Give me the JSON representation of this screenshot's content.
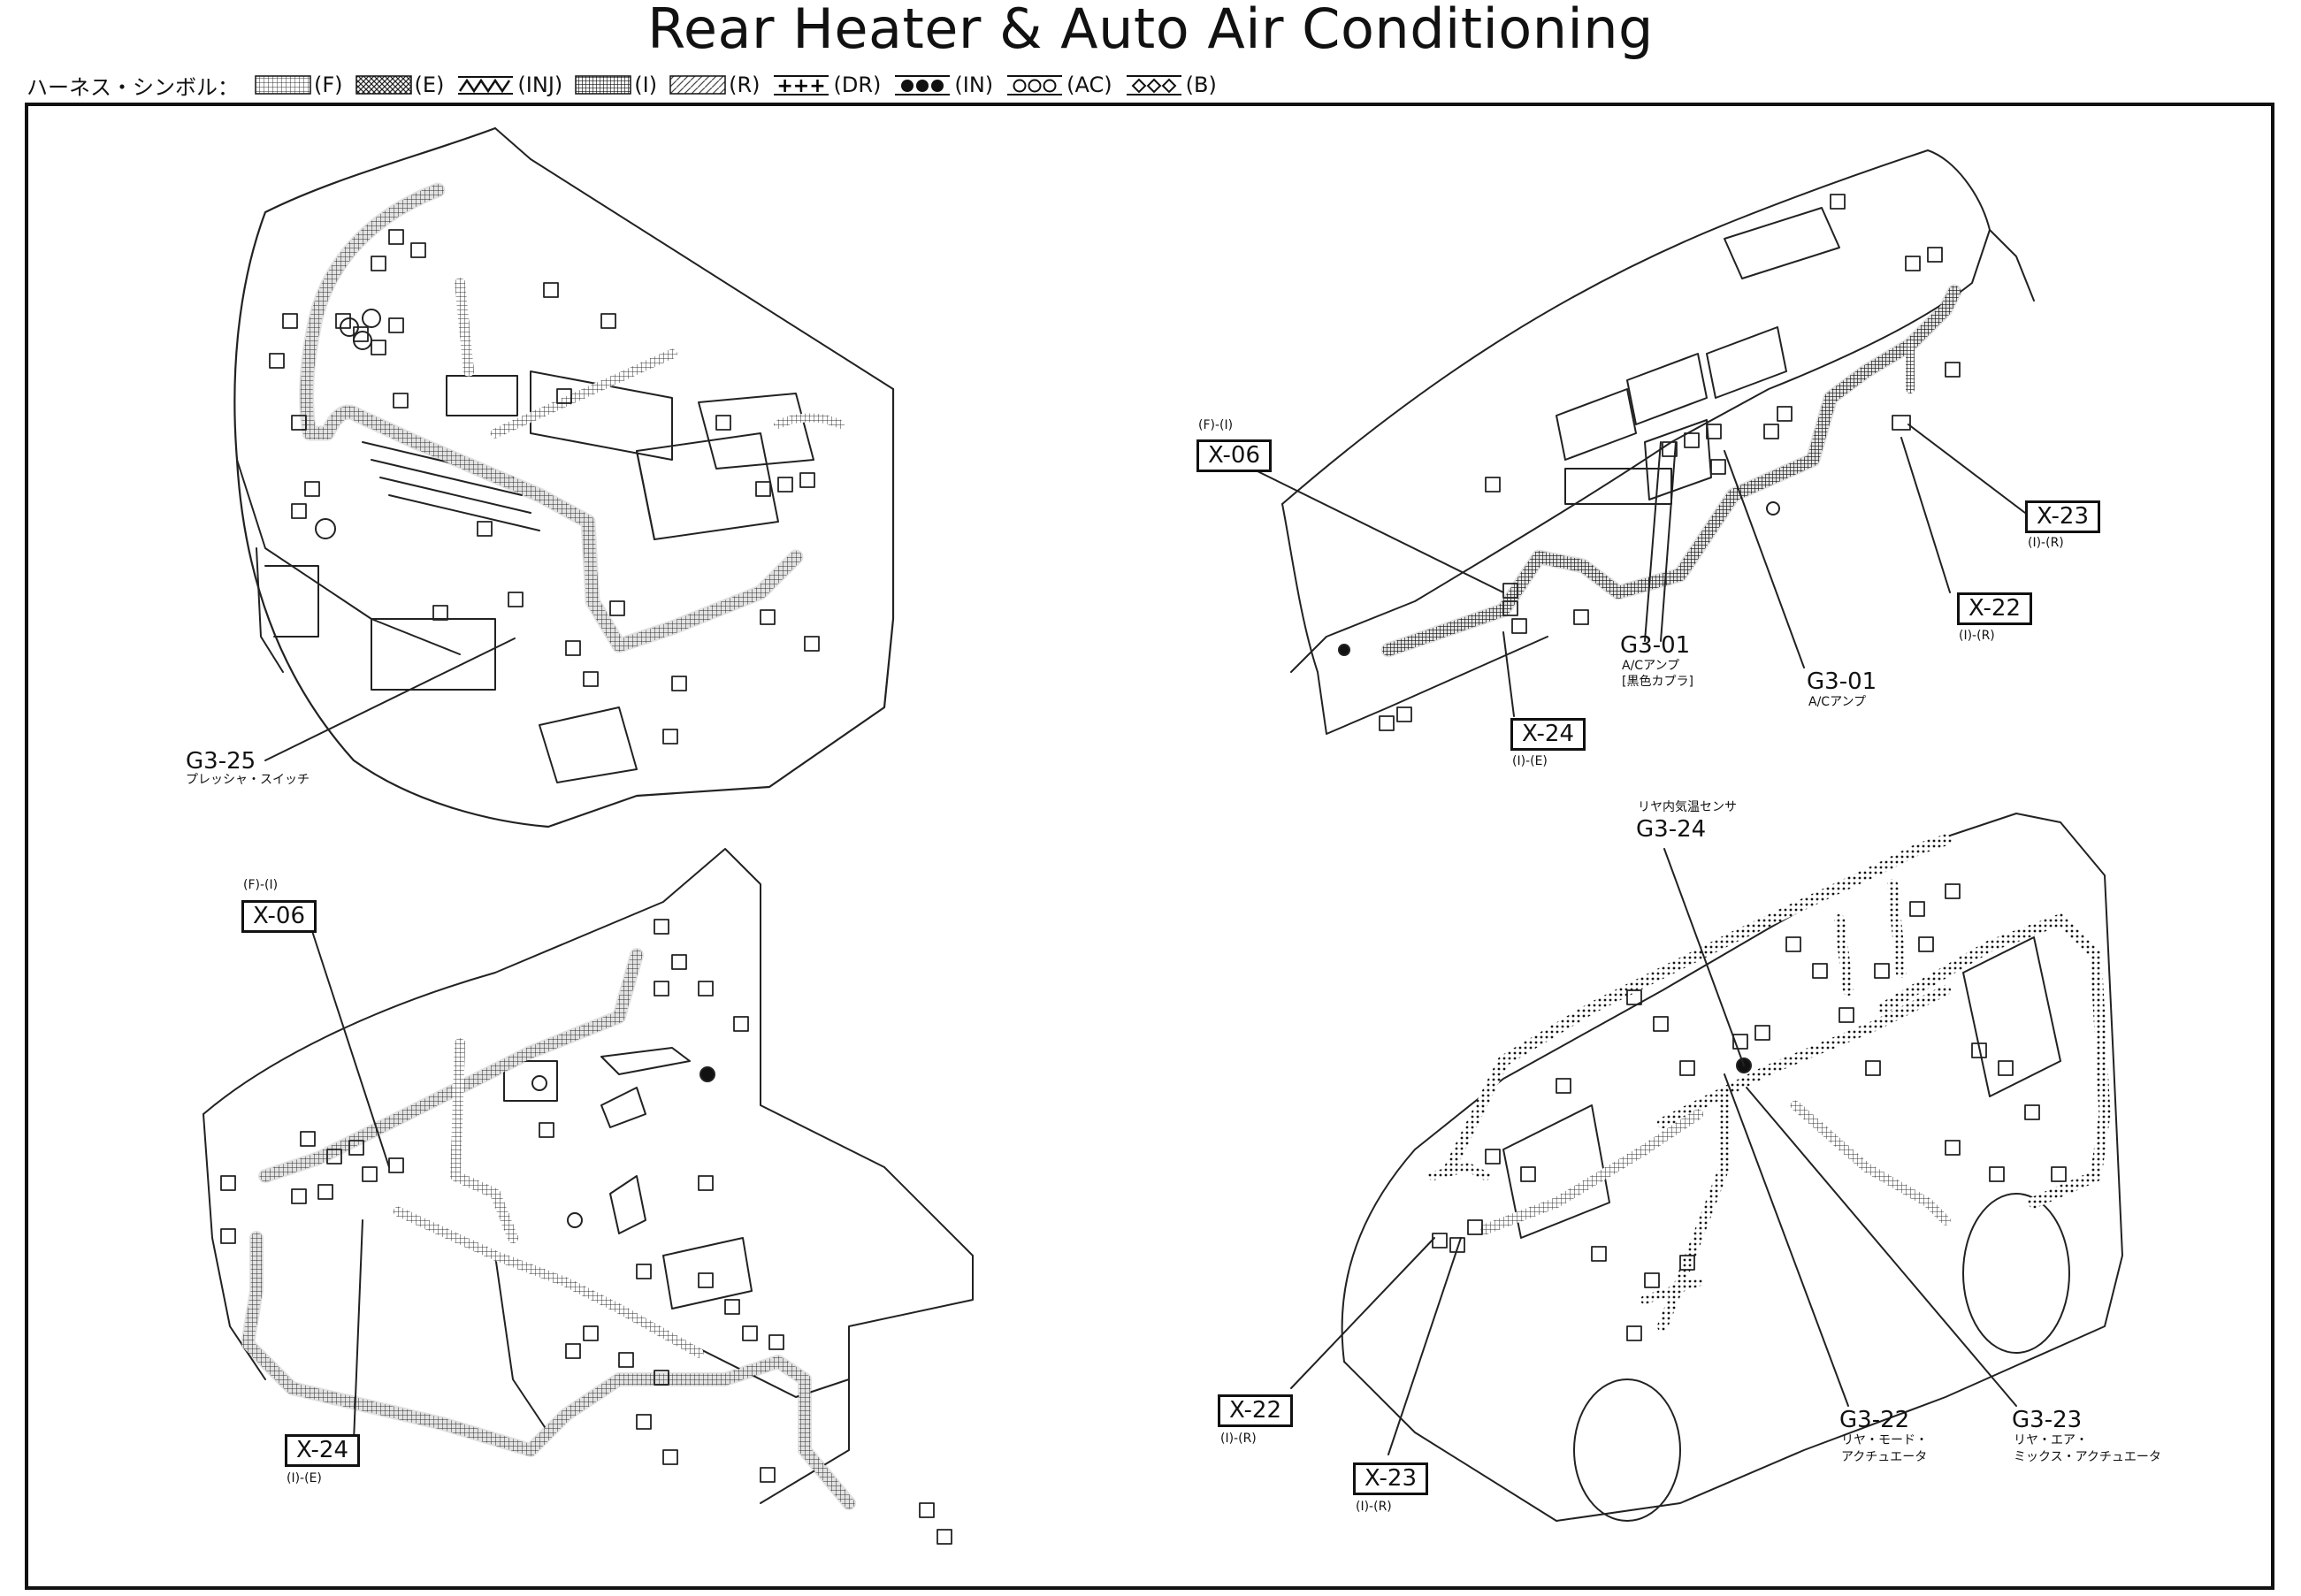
{
  "title": "Rear Heater & Auto Air Conditioning",
  "legend": {
    "label": "ハーネス・シンボル：",
    "items": [
      {
        "code": "(F)",
        "pattern": "fine-grid"
      },
      {
        "code": "(E)",
        "pattern": "cross-hatch"
      },
      {
        "code": "(INJ)",
        "pattern": "zigzag"
      },
      {
        "code": "(I)",
        "pattern": "dense-grid"
      },
      {
        "code": "(R)",
        "pattern": "diagonal"
      },
      {
        "code": "(DR)",
        "pattern": "plus"
      },
      {
        "code": "(IN)",
        "pattern": "filled-dots"
      },
      {
        "code": "(AC)",
        "pattern": "open-dots"
      },
      {
        "code": "(B)",
        "pattern": "diamonds"
      }
    ]
  },
  "views": {
    "engine_bay": {
      "g3_25": {
        "code": "G3-25",
        "desc": "プレッシャ・スイッチ"
      }
    },
    "dashboard": {
      "x06": {
        "code": "X-06",
        "tag": "(F)-(I)"
      },
      "x23": {
        "code": "X-23",
        "tag": "(I)-(R)"
      },
      "x22": {
        "code": "X-22",
        "tag": "(I)-(R)"
      },
      "x24": {
        "code": "X-24",
        "tag": "(I)-(E)"
      },
      "g3_01a": {
        "code": "G3-01",
        "desc1": "A/Cアンプ",
        "desc2": "[黒色カプラ]"
      },
      "g3_01b": {
        "code": "G3-01",
        "desc1": "A/Cアンプ"
      }
    },
    "cabin_floor": {
      "x06": {
        "code": "X-06",
        "tag": "(F)-(I)"
      },
      "x24": {
        "code": "X-24",
        "tag": "(I)-(E)"
      }
    },
    "rear_body": {
      "g3_24": {
        "code": "G3-24",
        "desc": "リヤ内気温センサ"
      },
      "x22": {
        "code": "X-22",
        "tag": "(I)-(R)"
      },
      "x23": {
        "code": "X-23",
        "tag": "(I)-(R)"
      },
      "g3_22": {
        "code": "G3-22",
        "desc1": "リヤ・モード・",
        "desc2": "アクチュエータ"
      },
      "g3_23": {
        "code": "G3-23",
        "desc1": "リヤ・エア・",
        "desc2": "ミックス・アクチュエータ"
      }
    }
  }
}
